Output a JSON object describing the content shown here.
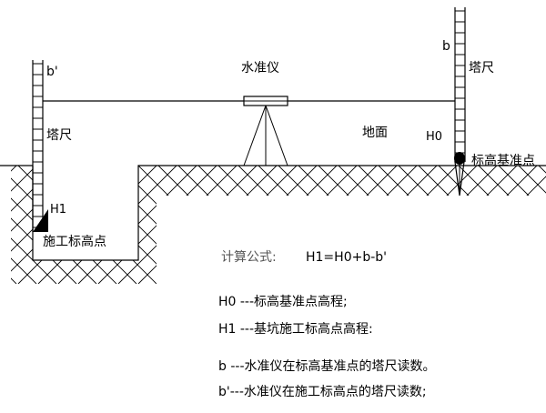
{
  "labels": {
    "b_prime": "b'",
    "rod_left": "塔尺",
    "h1": "H1",
    "construction_point": "施工标高点",
    "level": "水准仪",
    "ground": "地面",
    "h0": "H0",
    "b": "b",
    "rod_right": "塔尺",
    "benchmark": "标高基准点"
  },
  "formula": {
    "prefix": "计算公式:",
    "expression": "H1=H0+b-b'"
  },
  "definitions": [
    "H0 ---标高基准点高程;",
    "H1 ---基坑施工标高点高程:",
    "b ---水准仪在标高基准点的塔尺读数。",
    "b'---水准仪在施工标高点的塔尺读数;"
  ],
  "colors": {
    "ink": "#000000",
    "formula_prefix": "#555555"
  }
}
